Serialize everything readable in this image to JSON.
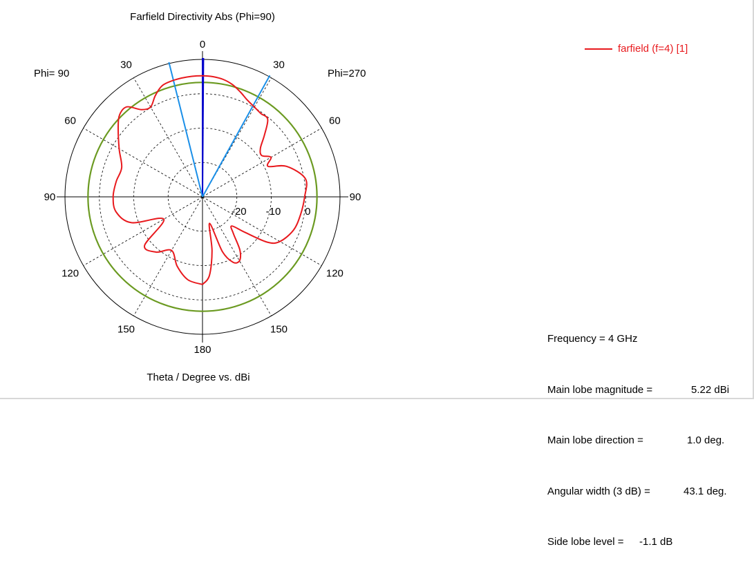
{
  "chart_data": {
    "type": "polar",
    "title": "Farfield Directivity Abs (Phi=90)",
    "xlabel": "Theta / Degree vs. dBi",
    "left_label": "Phi= 90",
    "right_label": "Phi=270",
    "angle_ticks_left": [
      "30",
      "60",
      "90",
      "120",
      "150"
    ],
    "angle_ticks_right": [
      "30",
      "60",
      "90",
      "120",
      "150"
    ],
    "angle_tick_top": "0",
    "angle_tick_bottom": "180",
    "radial_ticks": [
      -20,
      -10,
      0
    ],
    "radial_tick_labels": [
      "-20",
      "-10",
      "0"
    ],
    "radial_range": [
      -30,
      10
    ],
    "legend": [
      "farfield (f=4) [1]"
    ],
    "series": [
      {
        "name": "farfield (f=4) [1]",
        "color": "#e8191d",
        "theta_deg": [
          -180,
          -170,
          -160,
          -150,
          -140,
          -130,
          -120,
          -110,
          -100,
          -90,
          -80,
          -70,
          -60,
          -50,
          -45,
          -40,
          -35,
          -30,
          -25,
          -20,
          -15,
          -10,
          -5,
          0,
          5,
          10,
          15,
          20,
          25,
          30,
          35,
          40,
          45,
          50,
          55,
          60,
          65,
          70,
          80,
          90,
          100,
          110,
          120,
          125,
          130,
          135,
          140,
          145,
          150,
          155,
          160,
          165,
          170,
          175,
          180
        ],
        "directivity_dbi": [
          -4.5,
          -5.5,
          -8.5,
          -12,
          -9,
          -8,
          -17,
          -8,
          -4.5,
          -4,
          -4.5,
          -5,
          -2,
          2,
          4,
          4.2,
          1,
          0.2,
          2.5,
          4.4,
          4.9,
          5.1,
          5.2,
          5.22,
          5.1,
          4.7,
          3.8,
          2.4,
          1,
          0.2,
          -0.4,
          -0.5,
          -4.5,
          -8,
          -9,
          -7,
          -9,
          -4,
          0.4,
          -0.3,
          -1,
          -1.8,
          -4,
          -7,
          -14,
          -18,
          -16,
          -11,
          -8.5,
          -9,
          -13,
          -22,
          -14,
          -7,
          -4.5
        ]
      }
    ],
    "markers": [
      {
        "theta_deg": 0,
        "color": "#0000cc",
        "label": "main lobe"
      },
      {
        "theta_deg": 0.4,
        "color": "#0000cc",
        "label": "main lobe"
      },
      {
        "theta_deg": -14,
        "color": "#1a8fe8",
        "label": "3 dB beamwidth"
      },
      {
        "theta_deg": 29,
        "color": "#1a8fe8",
        "label": "3 dB beamwidth"
      }
    ],
    "reference_circle_dbi": 3.3,
    "reference_circle_color": "#6b9a21"
  },
  "info": {
    "frequency": "Frequency = 4 GHz",
    "main_lobe_magnitude_label": "Main lobe magnitude =",
    "main_lobe_magnitude_value": "5.22 dBi",
    "main_lobe_direction_label": "Main lobe direction =",
    "main_lobe_direction_value": "1.0 deg.",
    "angular_width_label": "Angular width (3 dB) =",
    "angular_width_value": "43.1 deg.",
    "side_lobe_label": "Side lobe level =",
    "side_lobe_value": "-1.1 dB"
  }
}
